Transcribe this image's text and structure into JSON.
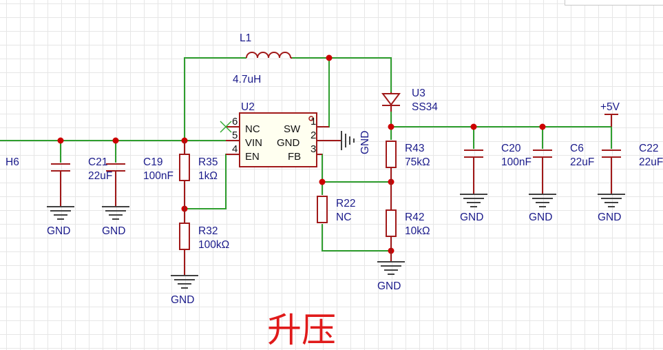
{
  "schematic": {
    "title": "升压",
    "parts": {
      "l1": {
        "ref": "L1",
        "value": "4.7uH"
      },
      "u2": {
        "ref": "U2",
        "pins_left": [
          {
            "num": "6",
            "name": "NC"
          },
          {
            "num": "5",
            "name": "VIN"
          },
          {
            "num": "4",
            "name": "EN"
          }
        ],
        "pins_right": [
          {
            "num": "1",
            "name": "SW"
          },
          {
            "num": "2",
            "name": "GND"
          },
          {
            "num": "3",
            "name": "FB"
          }
        ]
      },
      "u3": {
        "ref": "U3",
        "value": "SS34"
      },
      "c21": {
        "ref": "C21",
        "value": "22uF"
      },
      "c19": {
        "ref": "C19",
        "value": "100nF"
      },
      "r35": {
        "ref": "R35",
        "value": "1kΩ"
      },
      "r32": {
        "ref": "R32",
        "value": "100kΩ"
      },
      "r22": {
        "ref": "R22",
        "value": "NC"
      },
      "r43": {
        "ref": "R43",
        "value": "75kΩ"
      },
      "r42": {
        "ref": "R42",
        "value": "10kΩ"
      },
      "c20": {
        "ref": "C20",
        "value": "100nF"
      },
      "c6": {
        "ref": "C6",
        "value": "22uF"
      },
      "c22": {
        "ref": "C22",
        "value": "22uF"
      }
    },
    "nets": {
      "h6": "H6",
      "gnd": "GND",
      "vout": "+5V"
    }
  }
}
